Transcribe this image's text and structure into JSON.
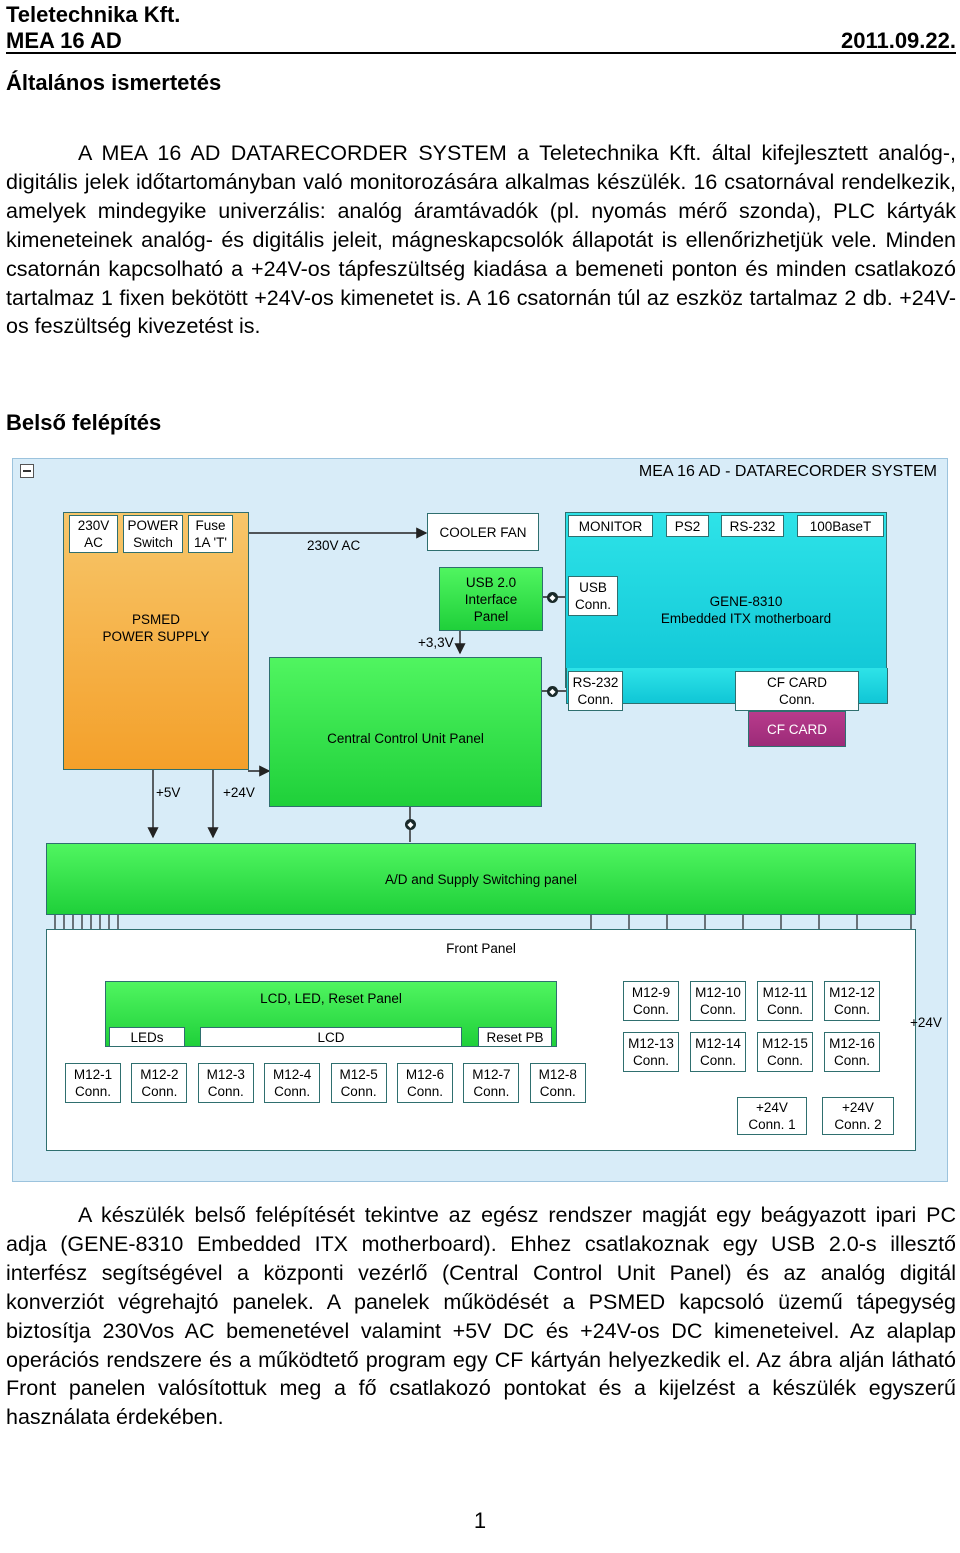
{
  "header": {
    "company": "Teletechnika Kft.",
    "model": "MEA 16 AD",
    "date": "2011.09.22."
  },
  "section1": {
    "title": "Általános ismertetés",
    "paragraph": "A MEA 16 AD DATARECORDER SYSTEM a Teletechnika Kft. által kifejlesztett analóg-, digitális jelek időtartományban való monitorozására alkalmas készülék. 16 csatornával rendelkezik, amelyek mindegyike univerzális: analóg áramtávadók (pl. nyomás mérő szonda), PLC kártyák kimeneteinek analóg- és digitális jeleit, mágneskapcsolók állapotát is ellenőrizhetjük vele. Minden csatornán kapcsolható a +24V-os tápfeszültség kiadása a bemeneti ponton és minden csatlakozó tartalmaz 1 fixen bekötött +24V-os kimenetet is. A 16 csatornán túl az eszköz tartalmaz 2 db. +24V-os feszültség kivezetést is."
  },
  "section2": {
    "title": "Belső felépítés",
    "paragraph": "A készülék belső felépítését tekintve az egész rendszer magját egy beágyazott ipari PC adja (GENE-8310 Embedded ITX motherboard). Ehhez csatlakoznak egy USB 2.0-s illesztő interfész segítségével a központi vezérlő (Central Control Unit Panel) és az analóg digitál konverziót végrehajtó panelek. A panelek működését a PSMED kapcsoló üzemű tápegység biztosítja 230Vos AC bemenetével valamint +5V DC és +24V-os DC kimeneteivel. Az alaplap operációs rendszere és a működtető program egy CF kártyán helyezkedik el. Az ábra alján látható Front panelen valósítottuk meg a fő csatlakozó pontokat és a kijelzést a készülék egyszerű használata érdekében."
  },
  "diagram": {
    "title": "MEA 16 AD - DATARECORDER SYSTEM",
    "psu_inputs": [
      "230V\nAC",
      "POWER\nSwitch",
      "Fuse\n1A 'T'"
    ],
    "psu": "PSMED\nPOWER SUPPLY",
    "label_230vac": "230V AC",
    "cooler_fan": "COOLER FAN",
    "mb_ports": [
      "MONITOR",
      "PS2",
      "RS-232",
      "100BaseT"
    ],
    "usb_panel": "USB 2.0\nInterface\nPanel",
    "usb_conn": "USB\nConn.",
    "motherboard": "GENE-8310\nEmbedded ITX motherboard",
    "label_33v": "+3,3V",
    "rs232_conn": "RS-232\nConn.",
    "cf_conn": "CF CARD\nConn.",
    "cf_card": "CF CARD",
    "ccu": "Central Control Unit Panel",
    "label_5v": "+5V",
    "label_24v": "+24V",
    "ad_panel": "A/D and Supply Switching panel",
    "front_panel": "Front Panel",
    "lcd_panel": "LCD, LED, Reset Panel",
    "leds": "LEDs",
    "lcd": "LCD",
    "reset": "Reset PB",
    "label_24v_right": "+24V",
    "m12_top": [
      "M12-9\nConn.",
      "M12-10\nConn.",
      "M12-11\nConn.",
      "M12-12\nConn."
    ],
    "m12_mid": [
      "M12-13\nConn.",
      "M12-14\nConn.",
      "M12-15\nConn.",
      "M12-16\nConn."
    ],
    "m12_bottom": [
      "M12-1\nConn.",
      "M12-2\nConn.",
      "M12-3\nConn.",
      "M12-4\nConn.",
      "M12-5\nConn.",
      "M12-6\nConn.",
      "M12-7\nConn.",
      "M12-8\nConn."
    ],
    "pwr_conns": [
      "+24V\nConn. 1",
      "+24V\nConn. 2"
    ]
  },
  "page_number": "1"
}
